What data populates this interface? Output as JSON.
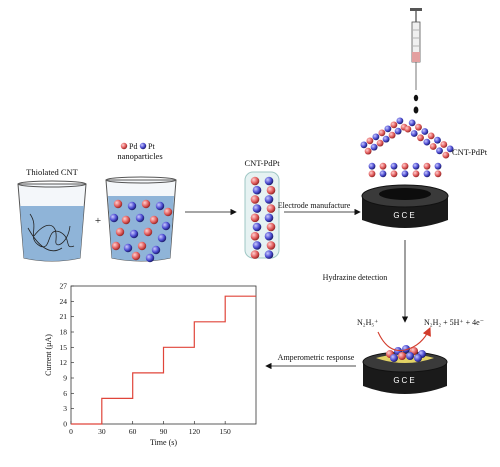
{
  "labels": {
    "thiolated_cnt": "Thiolated CNT",
    "plus": "+",
    "pd": "Pd",
    "slash": "/",
    "pt": "Pt",
    "nanoparticles": "nanoparticles",
    "cnt_pdpt": "CNT-PdPt",
    "cnt_pdpt_electrode": "CNT-PdPt",
    "electrode_manufacture": "Electrode manufacture",
    "gce_top": "GCE",
    "gce_bottom": "GCE",
    "hydrazine_detection": "Hydrazine detection",
    "n2h5": "N₂H₅⁺",
    "products": "N₂H₂ + 5H⁺ + 4e⁻",
    "amperometric_response": "Amperometric response"
  },
  "colors": {
    "pd": "#e05a5a",
    "pt": "#4a4ad0",
    "liquid": "#8fb4d8",
    "trace": "#e0453a",
    "gce": "#1a1a1a"
  },
  "chart_data": {
    "type": "line",
    "xlabel": "Time (s)",
    "ylabel": "Current (μA)",
    "xlim": [
      0,
      180
    ],
    "ylim": [
      0,
      27
    ],
    "xticks": [
      0,
      30,
      60,
      90,
      120,
      150
    ],
    "yticks": [
      0,
      3,
      6,
      9,
      12,
      15,
      18,
      21,
      24,
      27
    ],
    "series": [
      {
        "x": [
          0,
          30,
          30,
          60,
          60,
          90,
          90,
          120,
          120,
          150,
          150,
          180
        ],
        "y": [
          0,
          0,
          5,
          5,
          10,
          10,
          15,
          15,
          20,
          20,
          25,
          25
        ]
      }
    ]
  }
}
